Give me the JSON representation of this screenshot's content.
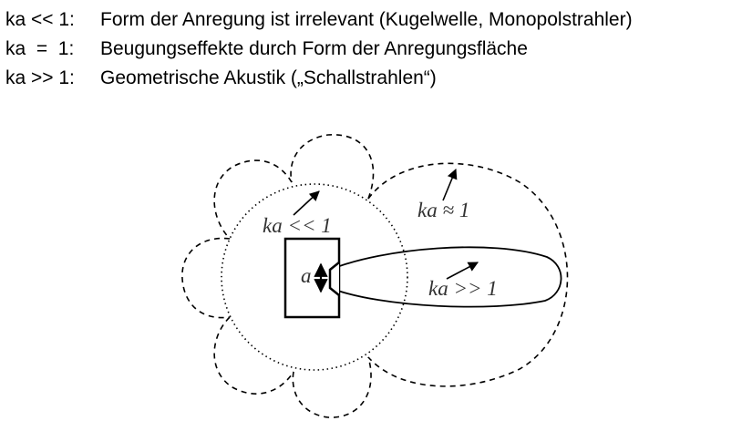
{
  "lines": [
    {
      "condition": "ka << 1:",
      "description": "Form der Anregung ist irrelevant (Kugelwelle, Monopolstrahler)"
    },
    {
      "condition": "ka  =  1:",
      "description": "Beugungseffekte durch Form der Anregungsfläche"
    },
    {
      "condition": "ka >> 1:",
      "description": "Geometrische Akustik („Schallstrahlen“)"
    }
  ],
  "diagram": {
    "label_small": "ka << 1",
    "label_equal": "ka ≈ 1",
    "label_large": "ka >> 1",
    "label_aperture": "a"
  }
}
